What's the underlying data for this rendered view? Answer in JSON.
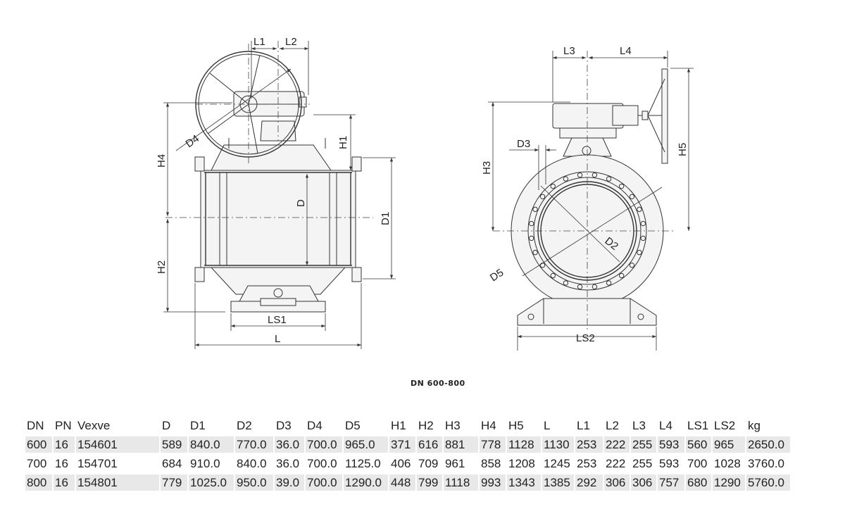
{
  "drawing": {
    "side_view_labels": {
      "L1": "L1",
      "L2": "L2",
      "D4": "D4",
      "H1": "H1",
      "H4": "H4",
      "D": "D",
      "D1": "D1",
      "H2": "H2",
      "LS1": "LS1",
      "L": "L"
    },
    "end_view_labels": {
      "L3": "L3",
      "L4": "L4",
      "D3": "D3",
      "H3": "H3",
      "H5": "H5",
      "D2": "D2",
      "D5": "D5",
      "LS2": "LS2"
    },
    "caption": "DN 600-800"
  },
  "table": {
    "headers": [
      "DN",
      "PN",
      "Vexve",
      "D",
      "D1",
      "D2",
      "D3",
      "D4",
      "D5",
      "H1",
      "H2",
      "H3",
      "H4",
      "H5",
      "L",
      "L1",
      "L2",
      "L3",
      "L4",
      "LS1",
      "LS2",
      "kg"
    ],
    "rows": [
      [
        "600",
        "16",
        "154601",
        "589",
        "840.0",
        "770.0",
        "36.0",
        "700.0",
        "965.0",
        "371",
        "616",
        "881",
        "778",
        "1128",
        "1130",
        "253",
        "222",
        "255",
        "593",
        "560",
        "965",
        "2650.0"
      ],
      [
        "700",
        "16",
        "154701",
        "684",
        "910.0",
        "840.0",
        "36.0",
        "700.0",
        "1125.0",
        "406",
        "709",
        "961",
        "858",
        "1208",
        "1245",
        "253",
        "222",
        "255",
        "593",
        "700",
        "1028",
        "3760.0"
      ],
      [
        "800",
        "16",
        "154801",
        "779",
        "1025.0",
        "950.0",
        "39.0",
        "700.0",
        "1290.0",
        "448",
        "799",
        "1118",
        "993",
        "1343",
        "1385",
        "292",
        "306",
        "306",
        "757",
        "680",
        "1290",
        "5760.0"
      ]
    ]
  }
}
